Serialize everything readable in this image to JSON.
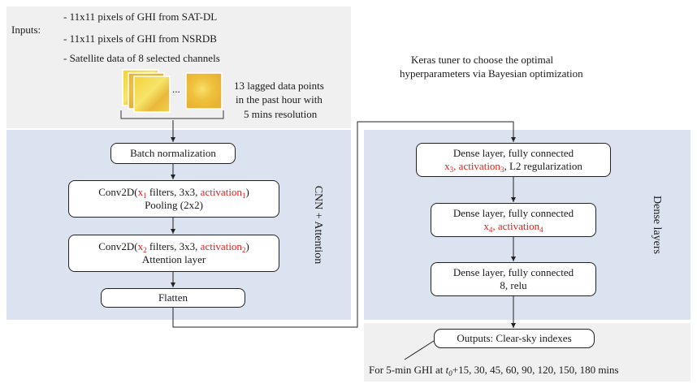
{
  "inputs": {
    "label": "Inputs:",
    "items": [
      "- 11x11 pixels of GHI from SAT-DL",
      "- 11x11 pixels of GHI from NSRDB",
      "- Satellite data of 8 selected channels"
    ],
    "ellipsis": "...",
    "lag_note": [
      "13 lagged data points",
      "in the past hour with",
      "5 mins resolution"
    ]
  },
  "tuner_note": [
    "Keras tuner to choose the optimal",
    "hyperparameters via Bayesian optimization"
  ],
  "cnn": {
    "side_label": "CNN + Attention",
    "batch_norm": "Batch normalization",
    "conv1": {
      "prefix": "Conv2D(",
      "x": "x",
      "x_sub": "1",
      "mid": " filters, 3x3, ",
      "act": "activation",
      "act_sub": "1",
      "suffix": ")",
      "line2": "Pooling (2x2)"
    },
    "conv2": {
      "prefix": "Conv2D(",
      "x": "x",
      "x_sub": "2",
      "mid": " filters, 3x3, ",
      "act": "activation",
      "act_sub": "2",
      "suffix": ")",
      "line2": "Attention layer"
    },
    "flatten": "Flatten"
  },
  "dense": {
    "side_label": "Dense layers",
    "layer1": {
      "line1": "Dense layer, fully connected",
      "x": "x",
      "x_sub": "3",
      "sep1": ", ",
      "act": "activation",
      "act_sub": "3",
      "tail": ", L2 regularization"
    },
    "layer2": {
      "line1": "Dense layer, fully connected",
      "x": "x",
      "x_sub": "4",
      "sep1": ", ",
      "act": "activation",
      "act_sub": "4"
    },
    "layer3": {
      "line1": "Dense layer, fully connected",
      "line2": "8, relu"
    }
  },
  "outputs": {
    "box": "Outputs: Clear-sky indexes",
    "note_prefix": "For 5-min GHI at ",
    "note_t": "t",
    "note_t_sub": "0",
    "note_suffix": "+15, 30, 45, 60, 90, 120, 150, 180 mins"
  },
  "colors": {
    "highlight": "#e0201c",
    "panel_gray": "#f0f0f0",
    "panel_blue": "#dbe3f1"
  }
}
